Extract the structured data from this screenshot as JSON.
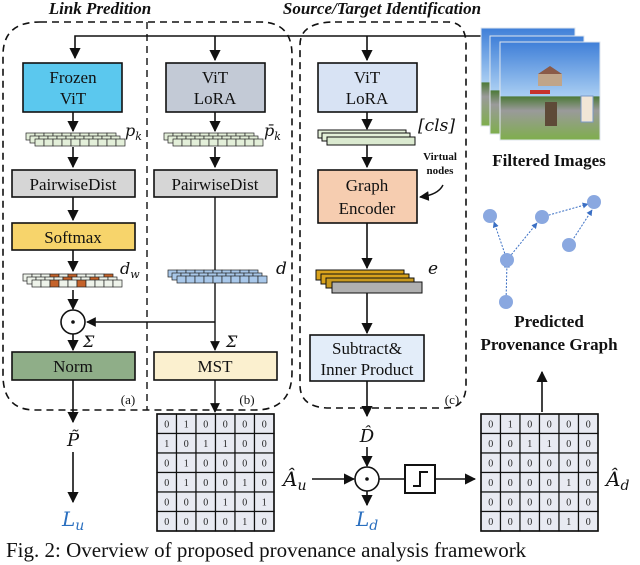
{
  "sections": {
    "link_prediction_title": "Link Predition",
    "source_target_title": "Source/Target Identification",
    "tag_a": "(a)",
    "tag_b": "(b)",
    "tag_c": "(c)"
  },
  "branch_a": {
    "encoder_line1": "Frozen",
    "encoder_line2": "ViT",
    "feature_label": "p",
    "feature_sub": "k",
    "dist_label": "PairwiseDist",
    "softmax_label": "Softmax",
    "weight_label": "d",
    "weight_sub": "w",
    "sum_label": "Σ",
    "norm_label": "Norm",
    "output_label": "P̃",
    "loss_label": "L",
    "loss_sub": "u"
  },
  "branch_b": {
    "encoder_line1": "ViT",
    "encoder_line2": "LoRA",
    "feature_label": "p̄",
    "feature_sub": "k",
    "dist_label": "PairwiseDist",
    "dist_vec_label": "d",
    "sum_label": "Σ",
    "mst_label": "MST",
    "matrix_label": "Â",
    "matrix_sub": "u",
    "matrix": [
      [
        0,
        1,
        0,
        0,
        0,
        0
      ],
      [
        1,
        0,
        1,
        1,
        0,
        0
      ],
      [
        0,
        1,
        0,
        0,
        0,
        0
      ],
      [
        0,
        1,
        0,
        0,
        1,
        0
      ],
      [
        0,
        0,
        0,
        1,
        0,
        1
      ],
      [
        0,
        0,
        0,
        0,
        1,
        0
      ]
    ]
  },
  "branch_c": {
    "encoder_line1": "ViT",
    "encoder_line2": "LoRA",
    "token_label": "[cls]",
    "virtual_nodes_line1": "Virtual",
    "virtual_nodes_line2": "nodes",
    "graph_encoder_line1": "Graph",
    "graph_encoder_line2": "Encoder",
    "embedding_label": "e",
    "product_line1": "Subtract&",
    "product_line2": "Inner Product",
    "output_label": "D̂",
    "loss_label": "L",
    "loss_sub": "d",
    "matrix_label": "Â",
    "matrix_sub": "d",
    "matrix": [
      [
        0,
        1,
        0,
        0,
        0,
        0
      ],
      [
        0,
        0,
        1,
        1,
        0,
        0
      ],
      [
        0,
        0,
        0,
        0,
        0,
        0
      ],
      [
        0,
        0,
        0,
        0,
        1,
        0
      ],
      [
        0,
        0,
        0,
        0,
        0,
        0
      ],
      [
        0,
        0,
        0,
        0,
        1,
        0
      ]
    ]
  },
  "right_panel": {
    "images_label": "Filtered Images",
    "graph_label_line1": "Predicted",
    "graph_label_line2": "Provenance Graph"
  },
  "colors": {
    "frozen_vit": "#5bc8ee",
    "vit_lora_b": "#c3cad6",
    "vit_lora_c": "#d8e3f4",
    "pairwise": "#d6d6d6",
    "softmax": "#f7d46b",
    "norm": "#8fae88",
    "mst": "#fbf0cf",
    "graph_encoder": "#f6cdb0",
    "product": "#e3edf9",
    "graph_node": "#8aa8e0",
    "loss_blue": "#2a6fbf"
  },
  "caption": "Fig. 2: Overview of proposed provenance analysis framework"
}
